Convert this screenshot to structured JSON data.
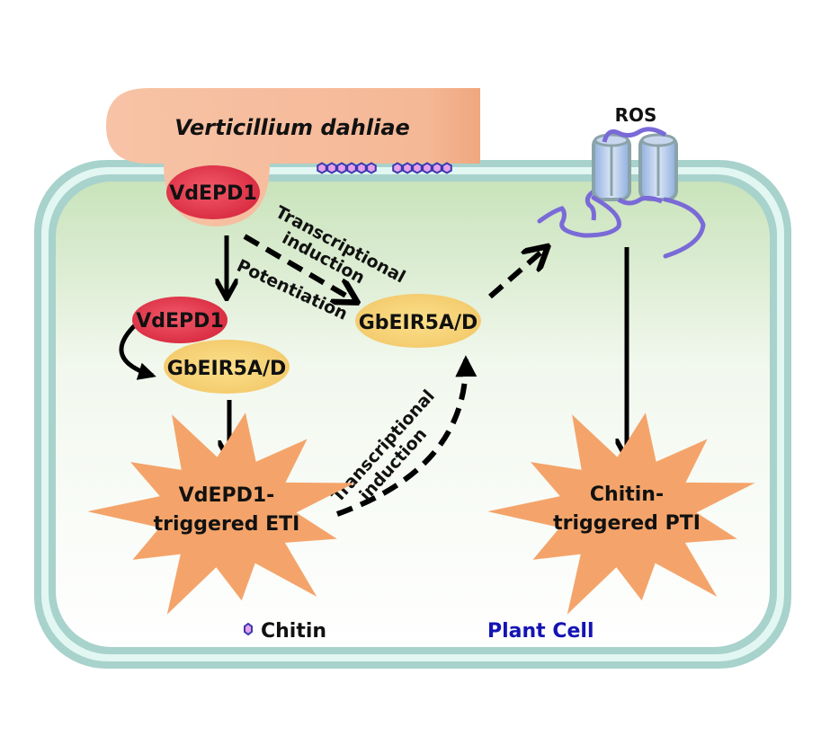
{
  "title": "VdEPD1 and GbEIR5A/D immunity model",
  "pathogen": {
    "label": "Verticillium dahliae",
    "color": "#f4b08e"
  },
  "cell": {
    "label": "Plant Cell",
    "label_color": "#1414b4",
    "wall_color": "#a8d2cc",
    "wall_inner_color": "#e2f6f2",
    "cytoplasm_top_color": "#cfe6c2"
  },
  "nodes": {
    "effector_top": "VdEPD1",
    "effector_complex": "VdEPD1",
    "receptor_complex": "GbEIR5A/D",
    "receptor_right": "GbEIR5A/D",
    "eti_line1": "VdEPD1-",
    "eti_line2": "triggered ETI",
    "pti_line1": "Chitin-",
    "pti_line2": "triggered PTI",
    "ros": "ROS"
  },
  "edges": {
    "transcriptional_induction_top_line1": "Transcriptional",
    "transcriptional_induction_top_line2": "induction",
    "potentiation": "Potentiation",
    "transcriptional_induction_bottom_line1": "Transcriptional",
    "transcriptional_induction_bottom_line2": "induction"
  },
  "legend": {
    "chitin": "Chitin"
  },
  "colors": {
    "effector": "#e8384f",
    "receptor": "#f7d27a",
    "burst": "#f4a46a",
    "channel": "#a7bfe6",
    "channel_outline": "#8aa3a8",
    "loop": "#7a6ad8",
    "chitin_fill": "#e8a0e8",
    "chitin_outline": "#3a3ab0"
  }
}
